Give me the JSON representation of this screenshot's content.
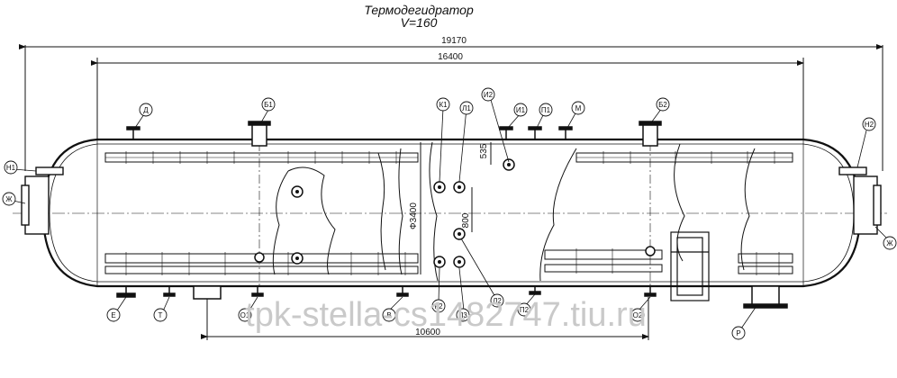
{
  "title": {
    "line1": "Термодегидратор",
    "line2": "V=160"
  },
  "dimensions": {
    "overall": "19170",
    "shell": "16400",
    "support": "10600",
    "diameter": "Ф3400",
    "nozzle_offset": "535",
    "nozzle_spacing": "800"
  },
  "nozzles": {
    "d": "Д",
    "b1": "Б1",
    "i2_top": "И2",
    "k1": "К1",
    "l1": "Л1",
    "i1": "И1",
    "p1": "П1",
    "m": "М",
    "b2": "Б2",
    "n2": "Н2",
    "n1": "Н1",
    "zh_left": "Ж",
    "zh_right": "Ж",
    "e": "Е",
    "t": "Т",
    "o1": "О1",
    "v": "В",
    "k2": "К2",
    "l3": "Л3",
    "l2": "Л2",
    "p2": "П2",
    "o2": "О2",
    "r": "Р"
  },
  "watermark": "tpk-stella-cs1482747.tiu.ru"
}
